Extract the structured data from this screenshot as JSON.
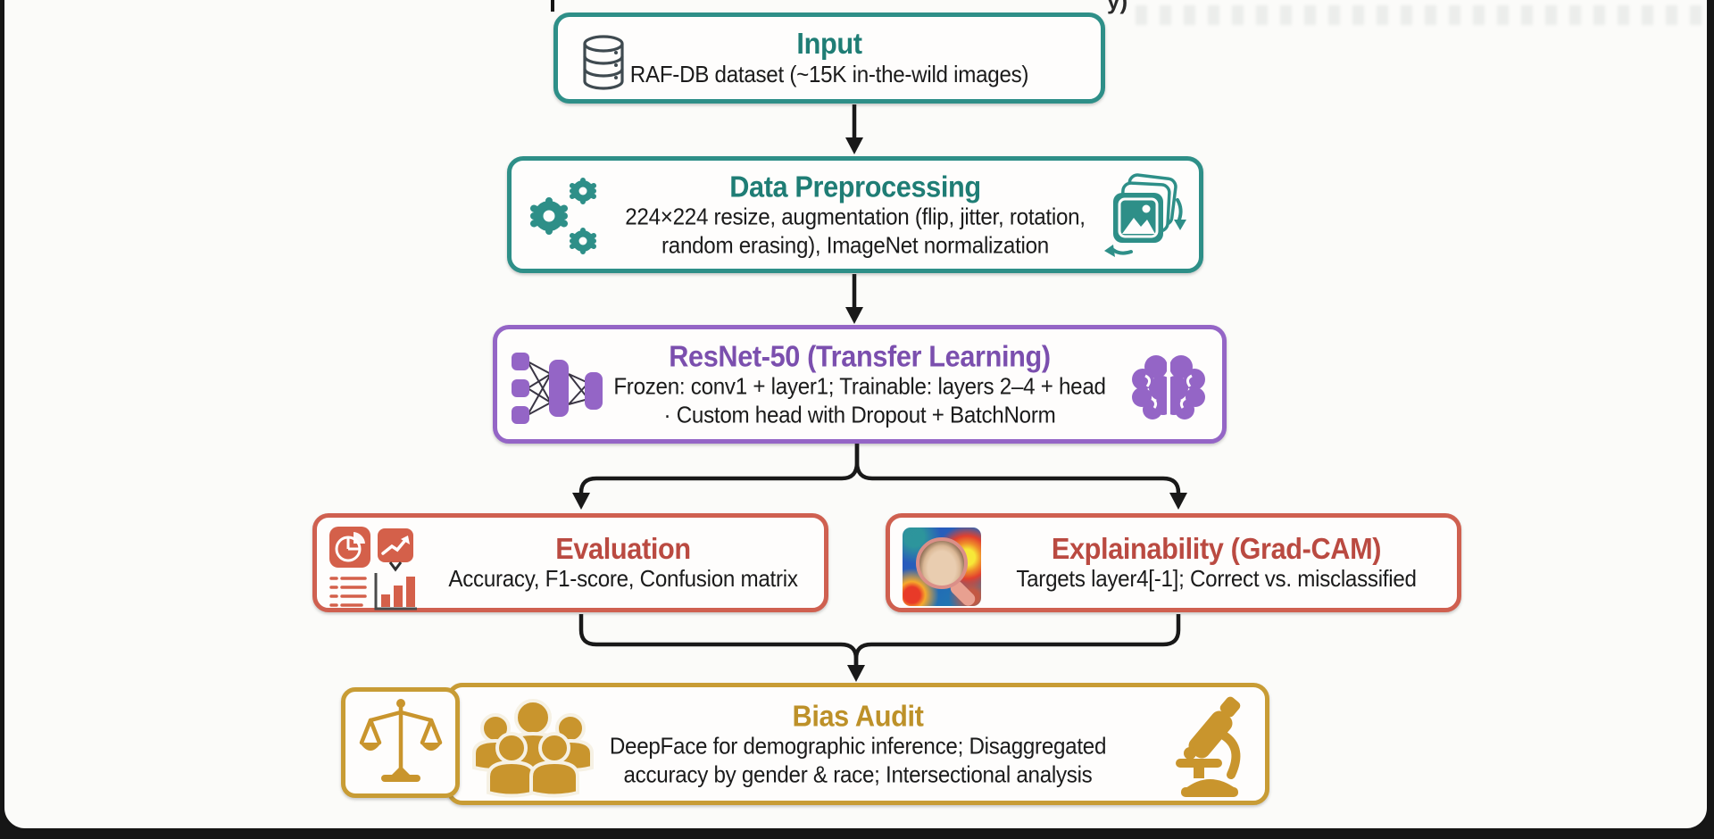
{
  "figure": {
    "type": "flowchart",
    "description": "Facial expression recognition methodology pipeline"
  },
  "colors": {
    "teal": "#2e8f88",
    "teal-dark": "#1f7d75",
    "purple": "#9465c6",
    "purple-dark": "#7b4fae",
    "red": "#cf6050",
    "red-dark": "#ba4a41",
    "gold": "#c89c35",
    "gold-dark": "#bd9129",
    "ink": "#1d1d1f",
    "canvas": "#fbfbf9"
  },
  "artifacts": {
    "top_text_fragment": "y)"
  },
  "nodes": {
    "input": {
      "title": "Input",
      "desc": "RAF-DB dataset (~15K in-the-wild images)",
      "icons": [
        "database-icon"
      ]
    },
    "prep": {
      "title": "Data Preprocessing",
      "desc_lines": [
        "224×224 resize, augmentation (flip, jitter, rotation,",
        "random erasing), ImageNet normalization"
      ],
      "icons": [
        "gears-icon",
        "image-stack-icon"
      ]
    },
    "resnet": {
      "title": "ResNet-50 (Transfer Learning)",
      "desc_lines": [
        "Frozen: conv1 + layer1; Trainable: layers 2–4 + head",
        "· Custom head with Dropout + BatchNorm"
      ],
      "icons": [
        "neural-network-icon",
        "brain-icon"
      ]
    },
    "eval": {
      "title": "Evaluation",
      "desc": "Accuracy, F1-score, Confusion matrix",
      "icons": [
        "pie-chart-icon",
        "trend-chart-icon",
        "list-icon",
        "bar-chart-icon"
      ]
    },
    "explain": {
      "title": "Explainability (Grad-CAM)",
      "desc": "Targets layer4[-1]; Correct vs. misclassified",
      "icons": [
        "gradcam-face-icon"
      ]
    },
    "bias": {
      "title": "Bias Audit",
      "desc_lines": [
        "DeepFace for demographic inference; Disaggregated",
        "accuracy by gender & race; Intersectional analysis"
      ],
      "icons": [
        "scales-icon",
        "people-group-icon",
        "microscope-icon"
      ]
    }
  },
  "edges": [
    {
      "from": "input",
      "to": "prep"
    },
    {
      "from": "prep",
      "to": "resnet"
    },
    {
      "from": "resnet",
      "to": "eval"
    },
    {
      "from": "resnet",
      "to": "explain"
    },
    {
      "from": "eval",
      "to": "bias"
    },
    {
      "from": "explain",
      "to": "bias"
    }
  ]
}
